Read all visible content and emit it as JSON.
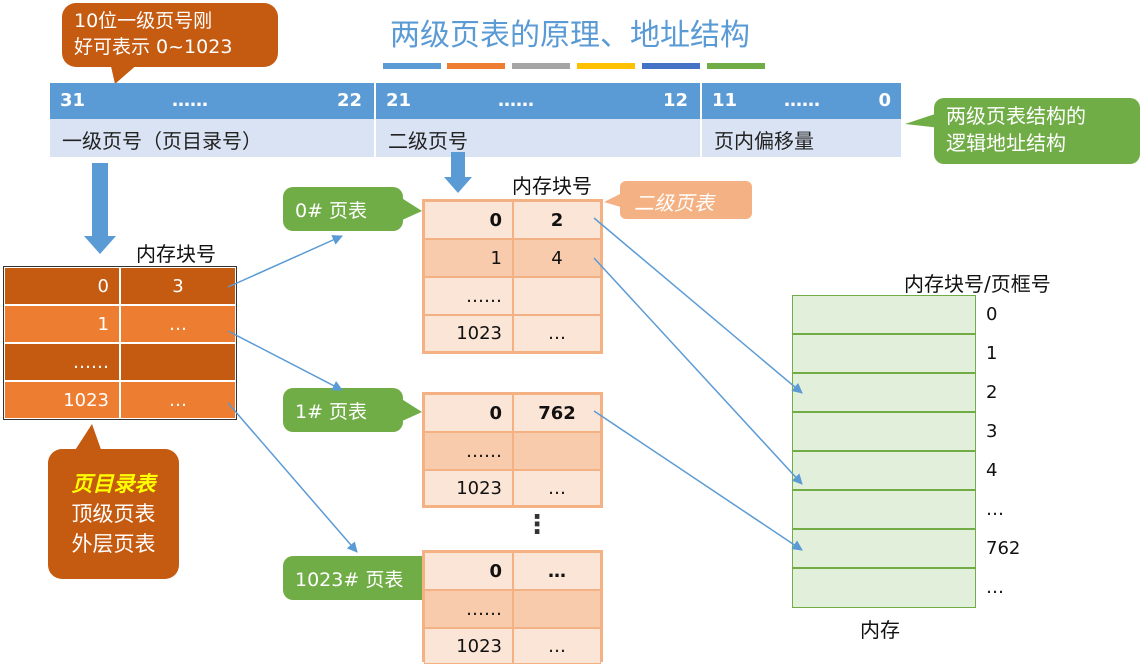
{
  "title": "两级页表的原理、地址结构",
  "color_bars": [
    "#5b9bd5",
    "#ed7d31",
    "#a5a5a5",
    "#ffc000",
    "#4472c4",
    "#70ad47"
  ],
  "callout_top": {
    "line1": "10位一级页号刚",
    "line2": "好可表示 0~1023"
  },
  "address": {
    "fields": [
      {
        "hi": "31",
        "dots": "……",
        "lo": "22",
        "label": "一级页号（页目录号）"
      },
      {
        "hi": "21",
        "dots": "……",
        "lo": "12",
        "label": "二级页号"
      },
      {
        "hi": "11",
        "dots": "……",
        "lo": "0",
        "label": "页内偏移量"
      }
    ]
  },
  "callout_right": {
    "line1": "两级页表结构的",
    "line2": "逻辑地址结构"
  },
  "block_label": "内存块号",
  "second_level_tag": "二级页表",
  "directory": {
    "rows": [
      {
        "idx": "0",
        "val": "3"
      },
      {
        "idx": "1",
        "val": "…"
      },
      {
        "idx": "……",
        "val": ""
      },
      {
        "idx": "1023",
        "val": "…"
      }
    ]
  },
  "dir_callout": {
    "title": "页目录表",
    "line2": "顶级页表",
    "line3": "外层页表"
  },
  "table_labels": {
    "t0": "0# 页表",
    "t1": "1# 页表",
    "t1023": "1023# 页表"
  },
  "table0": [
    {
      "idx": "0",
      "val": "2"
    },
    {
      "idx": "1",
      "val": "4"
    },
    {
      "idx": "……",
      "val": ""
    },
    {
      "idx": "1023",
      "val": "…"
    }
  ],
  "table1": [
    {
      "idx": "0",
      "val": "762"
    },
    {
      "idx": "……",
      "val": ""
    },
    {
      "idx": "1023",
      "val": "…"
    }
  ],
  "table1023": [
    {
      "idx": "0",
      "val": "…"
    },
    {
      "idx": "……",
      "val": ""
    },
    {
      "idx": "1023",
      "val": "…"
    }
  ],
  "vdots": "⋮",
  "memory": {
    "header": "内存块号/页框号",
    "labels": [
      "0",
      "1",
      "2",
      "3",
      "4",
      "…",
      "762",
      "…"
    ],
    "caption": "内存"
  }
}
